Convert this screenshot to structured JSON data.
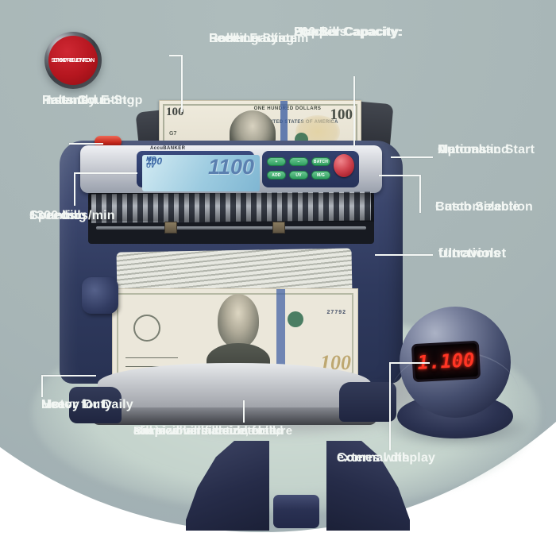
{
  "badge": {
    "line1": "EMERGENCY",
    "line2": "STOP BUTTON"
  },
  "callouts": {
    "patented": {
      "lines": [
        "Patented E-Stop",
        "Halts Counting",
        "Instantly"
      ]
    },
    "back_loading": {
      "lines": [
        "Back Loading",
        "Roller Friction",
        "Feeding System"
      ]
    },
    "capacity": {
      "lines": [
        "Hopper Capacity:",
        "200 Bills",
        "Stacker Capacity:",
        "200 Bills"
      ]
    },
    "manual": {
      "lines": [
        "Manual and",
        "Automatic Start",
        "Options"
      ]
    },
    "batch": {
      "lines": [
        "Customizable",
        "Batch Selection"
      ]
    },
    "ultraviolet": {
      "lines": [
        "Ultraviolet",
        "functions"
      ]
    },
    "counting": {
      "lines": [
        "Counting",
        "Speeds:",
        "1300 bills/min"
      ]
    },
    "heavy_duty": {
      "lines": [
        "Heavy Duty",
        "Motor for Daily",
        "Use"
      ]
    },
    "bill_size": {
      "lines": [
        "Bill size verification feature",
        "alerts when a double bill,",
        "suspicious bill size, or",
        "chained bills are detected"
      ]
    },
    "external": {
      "lines": [
        "Comes with",
        "external display"
      ]
    }
  },
  "machine": {
    "brand": "AccuBANKER",
    "lcd": {
      "mode_line1": "MG UV",
      "mode_line2": "MIX",
      "mode_line3": "100",
      "count": "1100"
    },
    "buttons": [
      "+",
      "–",
      "BATCH",
      "ADD",
      "UV",
      "M/G"
    ],
    "bill": {
      "denomination": "100",
      "text_top": "ONE HUNDRED DOLLARS",
      "text_mid": "UNITED STATES OF AMERICA",
      "plate": "G7",
      "serial": "27792"
    }
  },
  "external_display": {
    "value": "1.100"
  },
  "colors": {
    "background_circle": "#a7b5b6",
    "table_surface": "#c9d7d0",
    "label_text": "#f2f6f3",
    "machine_body": "#36426a",
    "lcd_screen": "#a9d3e6",
    "lcd_digits": "#5b80b0",
    "key_green": "#3fae68",
    "start_button_red": "#c0242f",
    "estop_red": "#c5281c",
    "led_red": "#ff3524",
    "badge_red": "#b5161f"
  }
}
